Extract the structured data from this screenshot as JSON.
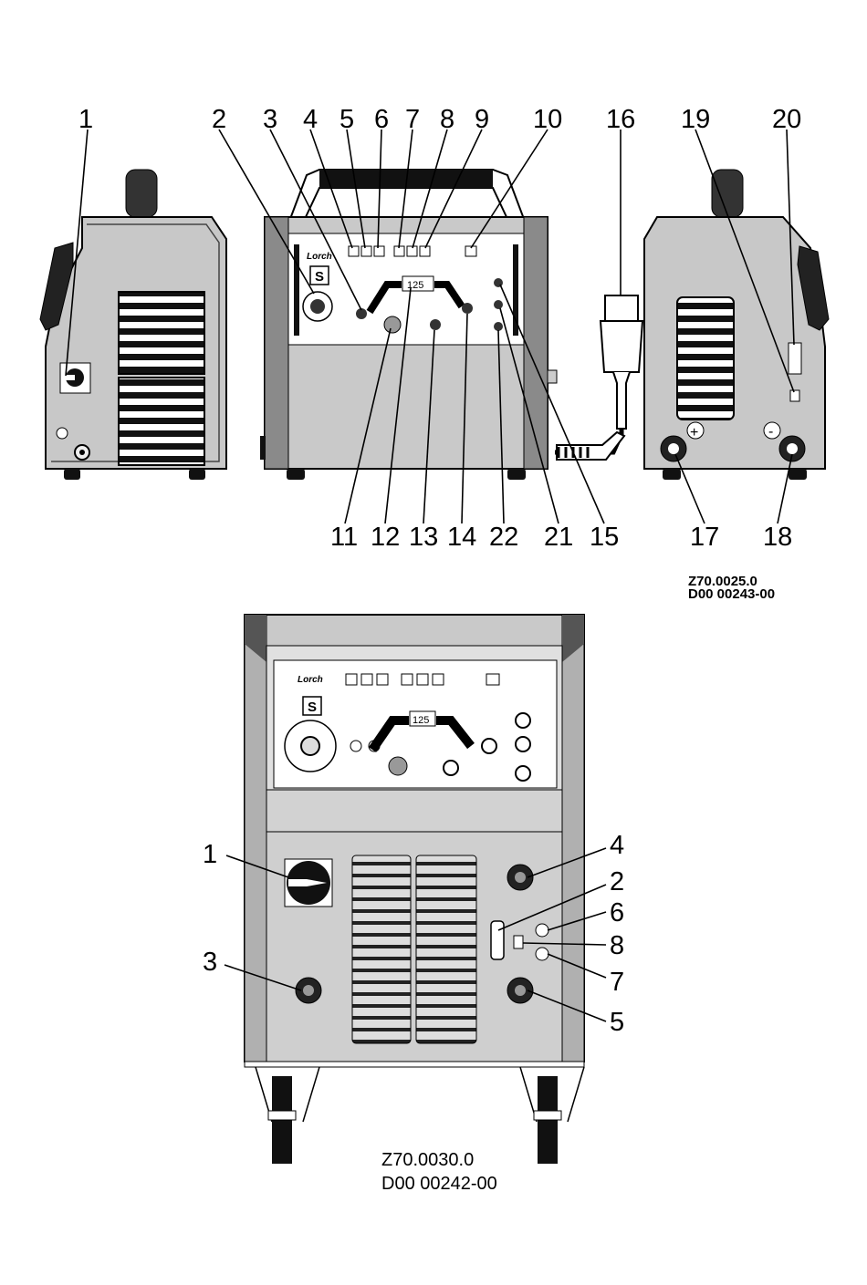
{
  "top_figure": {
    "callouts": [
      "1",
      "2",
      "3",
      "4",
      "5",
      "6",
      "7",
      "8",
      "9",
      "10",
      "11",
      "12",
      "13",
      "14",
      "15",
      "16",
      "17",
      "18",
      "19",
      "20",
      "21",
      "22"
    ],
    "brand": "Lorch",
    "mode_badge": "S",
    "display_value": "125",
    "plus_label": "+",
    "minus_label": "-",
    "code_line1": "Z70.0025.0",
    "code_line2": "D00 00243-00"
  },
  "bottom_figure": {
    "callouts": [
      "1",
      "2",
      "3",
      "4",
      "5",
      "6",
      "7",
      "8"
    ],
    "brand": "Lorch",
    "mode_badge": "S",
    "display_value": "125",
    "code_line1": "Z70.0030.0",
    "code_line2": "D00 00242-00"
  }
}
